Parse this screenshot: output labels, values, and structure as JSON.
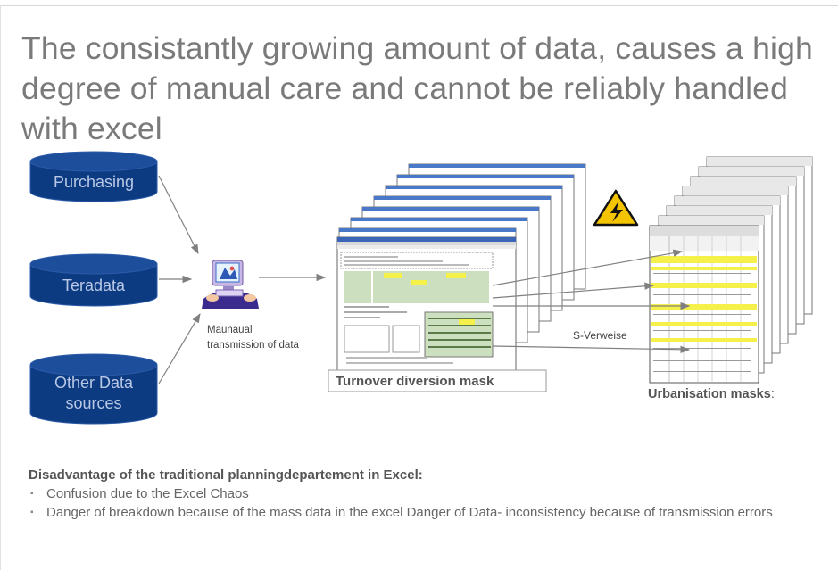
{
  "title": "The consistantly growing amount of data, causes a high degree of manual care and cannot be reliably handled with excel",
  "sources": [
    {
      "label": "Purchasing"
    },
    {
      "label": "Teradata"
    },
    {
      "label_line1": "Other Data",
      "label_line2": "sources"
    }
  ],
  "manual": {
    "line1": "Maunaual",
    "line2": "transmission of data"
  },
  "turnover_label": "Turnover diversion mask",
  "s_verweise_label": "S-Verweise",
  "urbanisation_label": "Urbanisation masks",
  "urbanisation_colon": ":",
  "disadvantages": {
    "heading": "Disadvantage of the traditional  planningdepartement in Excel:",
    "items": [
      "Confusion due to the Excel Chaos",
      "Danger of breakdown because of the mass data in the excel Danger of Data- inconsistency because of transmission errors"
    ]
  },
  "colors": {
    "cylinder_fill": "#0d3b82",
    "cylinder_stroke": "#2b5aa8",
    "title_text": "#7a7a7a",
    "warning_yellow": "#f5c400",
    "highlight_yellow": "#f6f04a",
    "highlight_green": "#c7e0b5"
  }
}
